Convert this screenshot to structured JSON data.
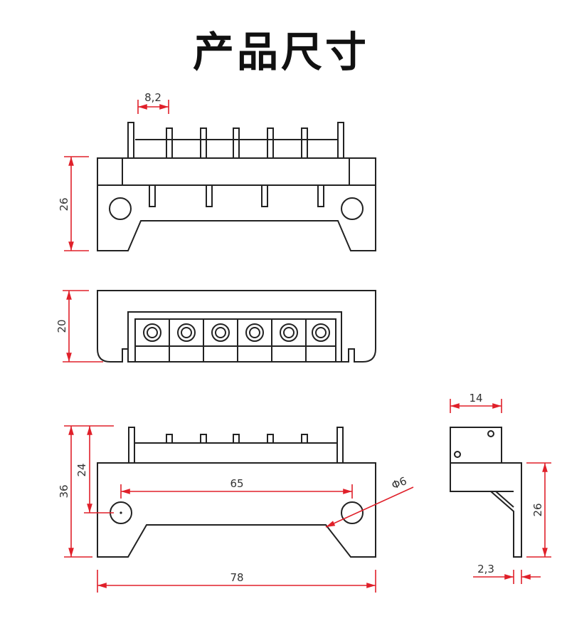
{
  "title": "产品尺寸",
  "dimensions": {
    "pin_pitch": "8,2",
    "front_height": "26",
    "top_depth": "20",
    "side_total_height": "36",
    "side_hole_height": "24",
    "hole_spacing": "65",
    "hole_diameter": "Φ6",
    "total_length": "78",
    "bracket_width": "14",
    "bracket_height": "26",
    "bracket_thickness": "2,3"
  },
  "colors": {
    "dimension_line": "#e0202a",
    "outline": "#222222"
  }
}
